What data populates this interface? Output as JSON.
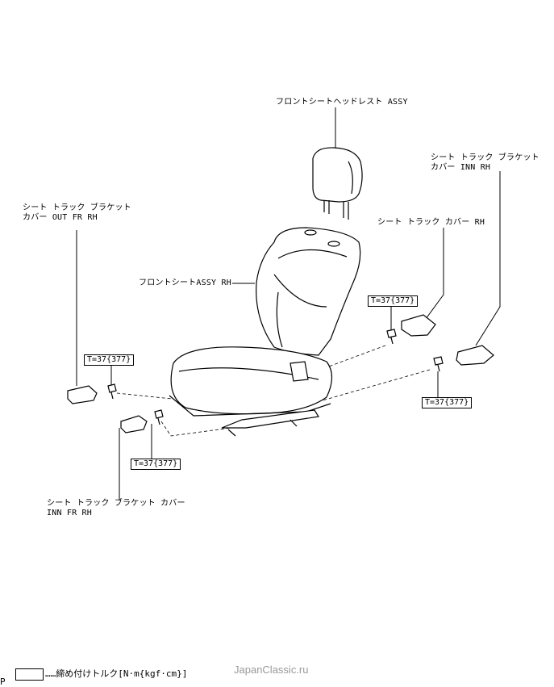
{
  "labels": {
    "headrest": "フロントシートヘッドレスト ASSY",
    "cover_inn_rh_1": "シート トラック ブラケット",
    "cover_inn_rh_2": "カバー INN RH",
    "track_cover_rh": "シート トラック カバー RH",
    "cover_out_fr_1": "シート トラック ブラケット",
    "cover_out_fr_2": "カバー OUT FR RH",
    "seat_assy": "フロントシートASSY RH",
    "cover_inn_fr_1": "シート トラック ブラケット カバー",
    "cover_inn_fr_2": "INN FR RH"
  },
  "torque": {
    "t1": "T=37{377}",
    "t2": "T=37{377}",
    "t3": "T=37{377}",
    "t4": "T=37{377}"
  },
  "legend": {
    "text": "……締め付けトルク[N·m{kgf·cm}]",
    "mark": "P"
  },
  "watermark": "JapanClassic.ru"
}
